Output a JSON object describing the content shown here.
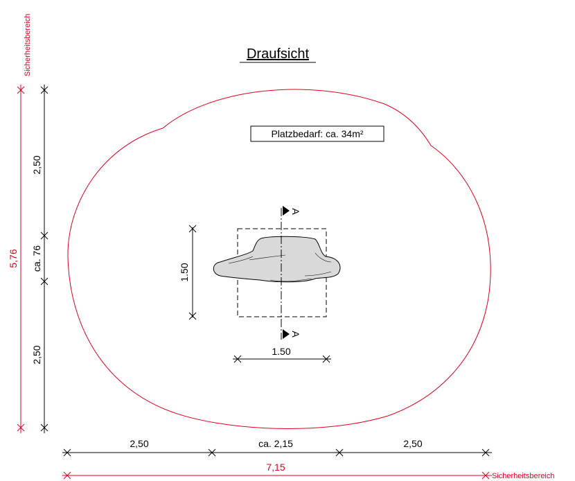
{
  "title": "Draufsicht",
  "area_label": "Platzbedarf: ca. 34m²",
  "section_marker": "A",
  "safety_label": "Sicherheitsbereich",
  "dims": {
    "left_top": "2,50",
    "left_mid": "ca. 76",
    "left_bottom": "2,50",
    "left_total": "5,76",
    "bottom_left": "2,50",
    "bottom_mid": "ca. 2,15",
    "bottom_right": "2,50",
    "bottom_total": "7,15",
    "object_height": "1.50",
    "object_width": "1.50"
  },
  "colors": {
    "safety_line": "#e0001b",
    "object_fill": "#d9d9d9",
    "line": "#000000"
  }
}
